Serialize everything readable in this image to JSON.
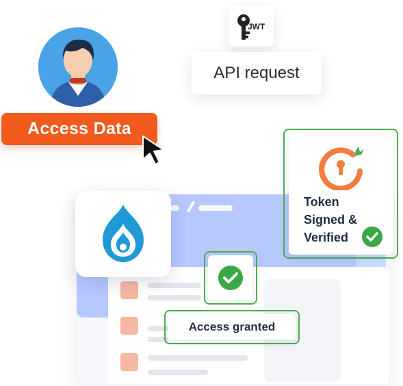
{
  "profile": {
    "access_button_label": "Access Data"
  },
  "request": {
    "jwt_icon_text": "JWT",
    "api_label": "API request"
  },
  "token": {
    "line1": "Token",
    "line2": "Signed &",
    "line3": "Verified"
  },
  "result": {
    "granted_label": "Access granted"
  },
  "icons": {
    "jwt": "key-icon",
    "token": "lock-keyhole-icon",
    "drupal": "drupal-logo-icon",
    "check": "check-circle-icon",
    "cursor": "mouse-pointer-icon"
  },
  "colors": {
    "accent": "#f25a1e",
    "success": "#4caf50",
    "drupal_blue": "#1f9ad6",
    "text_dark": "#1f2a44"
  }
}
